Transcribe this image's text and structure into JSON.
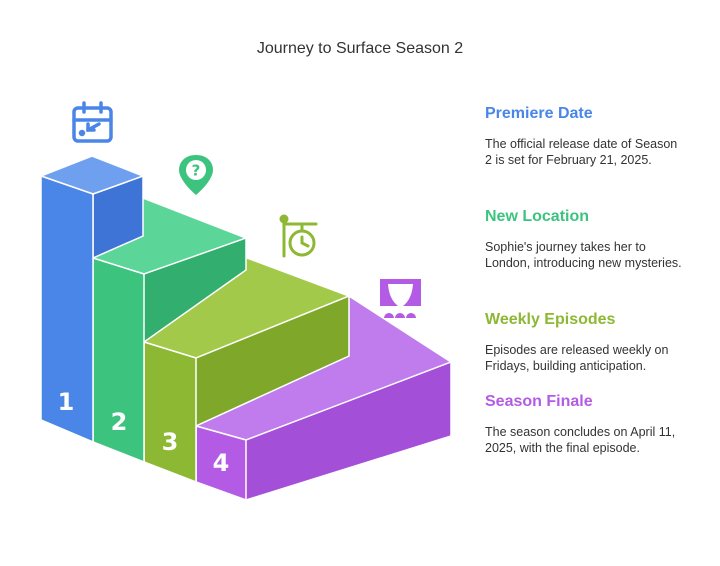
{
  "title": "Journey to Surface Season 2",
  "steps": [
    {
      "number": "1",
      "heading": "Premiere Date",
      "text": "The official release date of Season 2 is set for February 21, 2025.",
      "color": "#4A86E8",
      "icon": "calendar-icon"
    },
    {
      "number": "2",
      "heading": "New Location",
      "text": "Sophie's journey takes her to London, introducing new mysteries.",
      "color": "#3CC47F",
      "icon": "location-pin-question-icon"
    },
    {
      "number": "3",
      "heading": "Weekly Episodes",
      "text": "Episodes are released weekly on Fridays, building anticipation.",
      "color": "#8DB833",
      "icon": "hanging-clock-sign-icon"
    },
    {
      "number": "4",
      "heading": "Season Finale",
      "text": "The season concludes on April 11, 2025, with the final episode.",
      "color": "#B45BE6",
      "icon": "theater-stage-icon"
    }
  ]
}
